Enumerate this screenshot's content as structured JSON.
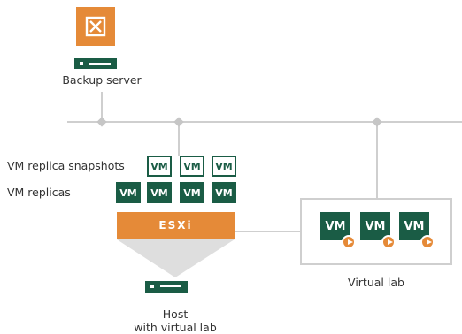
{
  "backup_server": {
    "label": "Backup server"
  },
  "host": {
    "label_line1": "Host",
    "label_line2": "with virtual lab"
  },
  "row_labels": {
    "snapshots": "VM replica snapshots",
    "replicas": "VM replicas"
  },
  "vm_text": "VM",
  "esxi": "ESXi",
  "virtual_lab": {
    "label": "Virtual lab"
  },
  "colors": {
    "green": "#1a5c45",
    "orange": "#e58a38",
    "line": "#cfcfcf"
  }
}
